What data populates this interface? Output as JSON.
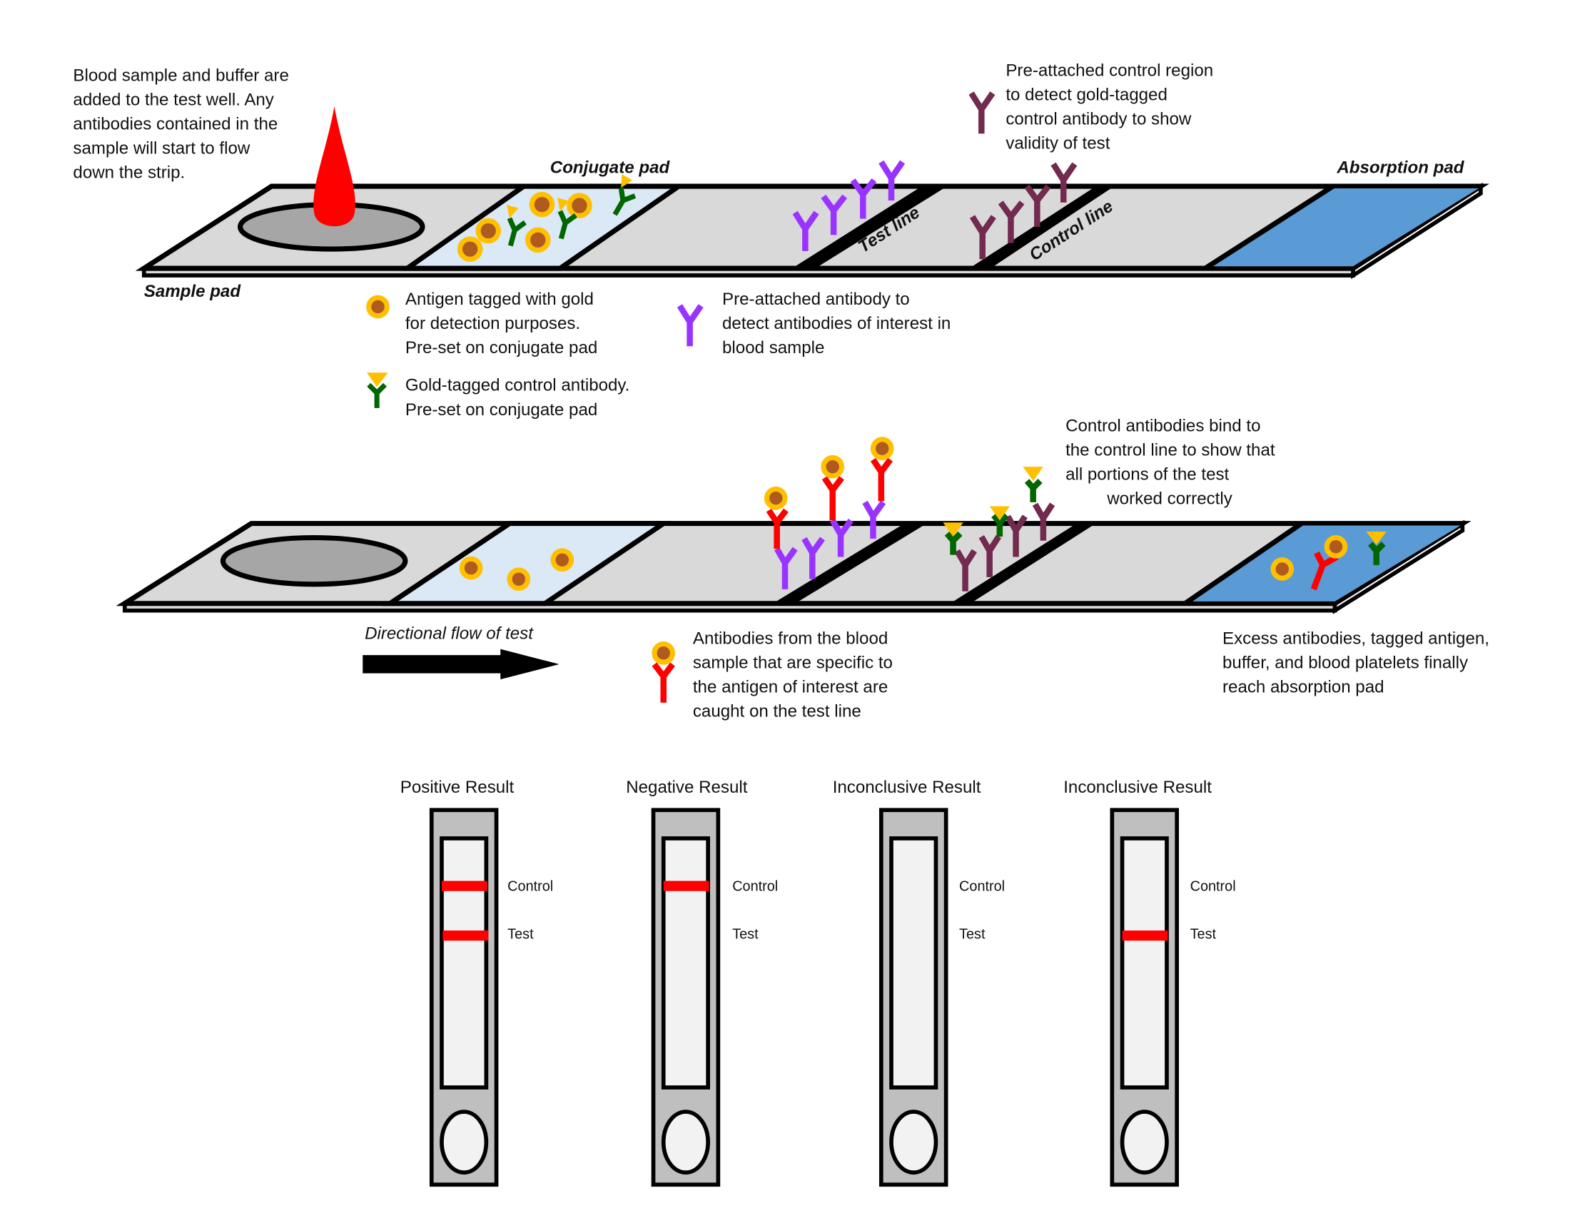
{
  "colors": {
    "strip": "#d9d9d9",
    "well": "#a6a6a6",
    "conjugate_pad": "#dbe8f5",
    "absorption_pad": "#5b9bd5",
    "blood_drop": "#ff0000",
    "gold": "#ffc000",
    "antigen_core": "#b05a20",
    "test_antibody": "#9933ff",
    "control_region_antibody": "#722a4e",
    "control_antibody": "#006600",
    "sample_antibody": "#ff0000",
    "cassette": "#bfbfbf",
    "window": "#f2f2f2",
    "result_line": "#ff0000"
  },
  "top_strip": {
    "labels": {
      "sample_pad": "Sample pad",
      "conjugate_pad": "Conjugate pad",
      "absorption_pad": "Absorption pad",
      "test_line": "Test line",
      "control_line": "Control line"
    },
    "annotations": {
      "blood_sample": [
        "Blood sample and buffer are",
        "added to the test well. Any",
        "antibodies contained in the",
        "sample will start to flow",
        "down the strip."
      ],
      "control_region": [
        "Pre-attached control region",
        "to detect gold-tagged",
        "control antibody to show",
        "validity of test"
      ]
    }
  },
  "legend": {
    "antigen": [
      "Antigen tagged with gold",
      "for detection purposes.",
      "Pre-set on conjugate pad"
    ],
    "control_antibody": [
      "Gold-tagged control antibody.",
      "Pre-set on conjugate pad"
    ],
    "test_antibody": [
      "Pre-attached antibody to",
      "detect antibodies of interest in",
      "blood sample"
    ]
  },
  "bottom_strip": {
    "annotations": {
      "control_bind": [
        "Control antibodies bind to",
        "the control line to show that",
        "all portions of the test",
        "worked correctly"
      ],
      "flow": "Directional flow of test",
      "sample_antibodies": [
        "Antibodies from the blood",
        "sample that are specific to",
        "the antigen of interest are",
        "caught on the test line"
      ],
      "excess": [
        "Excess antibodies, tagged antigen,",
        "buffer, and blood platelets finally",
        "reach absorption pad"
      ]
    }
  },
  "results": [
    {
      "title": "Positive Result",
      "control_label": "Control",
      "test_label": "Test",
      "control_line": true,
      "test_line": true
    },
    {
      "title": "Negative Result",
      "control_label": "Control",
      "test_label": "Test",
      "control_line": true,
      "test_line": false
    },
    {
      "title": "Inconclusive Result",
      "control_label": "Control",
      "test_label": "Test",
      "control_line": false,
      "test_line": false
    },
    {
      "title": "Inconclusive Result",
      "control_label": "Control",
      "test_label": "Test",
      "control_line": false,
      "test_line": true
    }
  ]
}
